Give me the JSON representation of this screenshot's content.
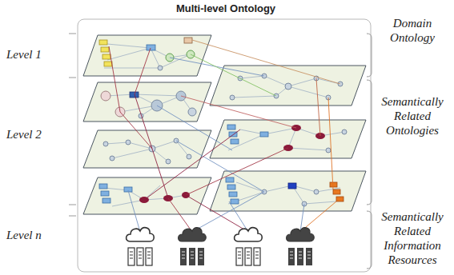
{
  "diagram": {
    "title": "Multi-level Ontology",
    "labels": [
      "Level 1",
      "Level 2",
      "Level n",
      "Domain Ontology",
      "Semantically Related Ontologies",
      "Semantically Related Information Resources"
    ]
  }
}
